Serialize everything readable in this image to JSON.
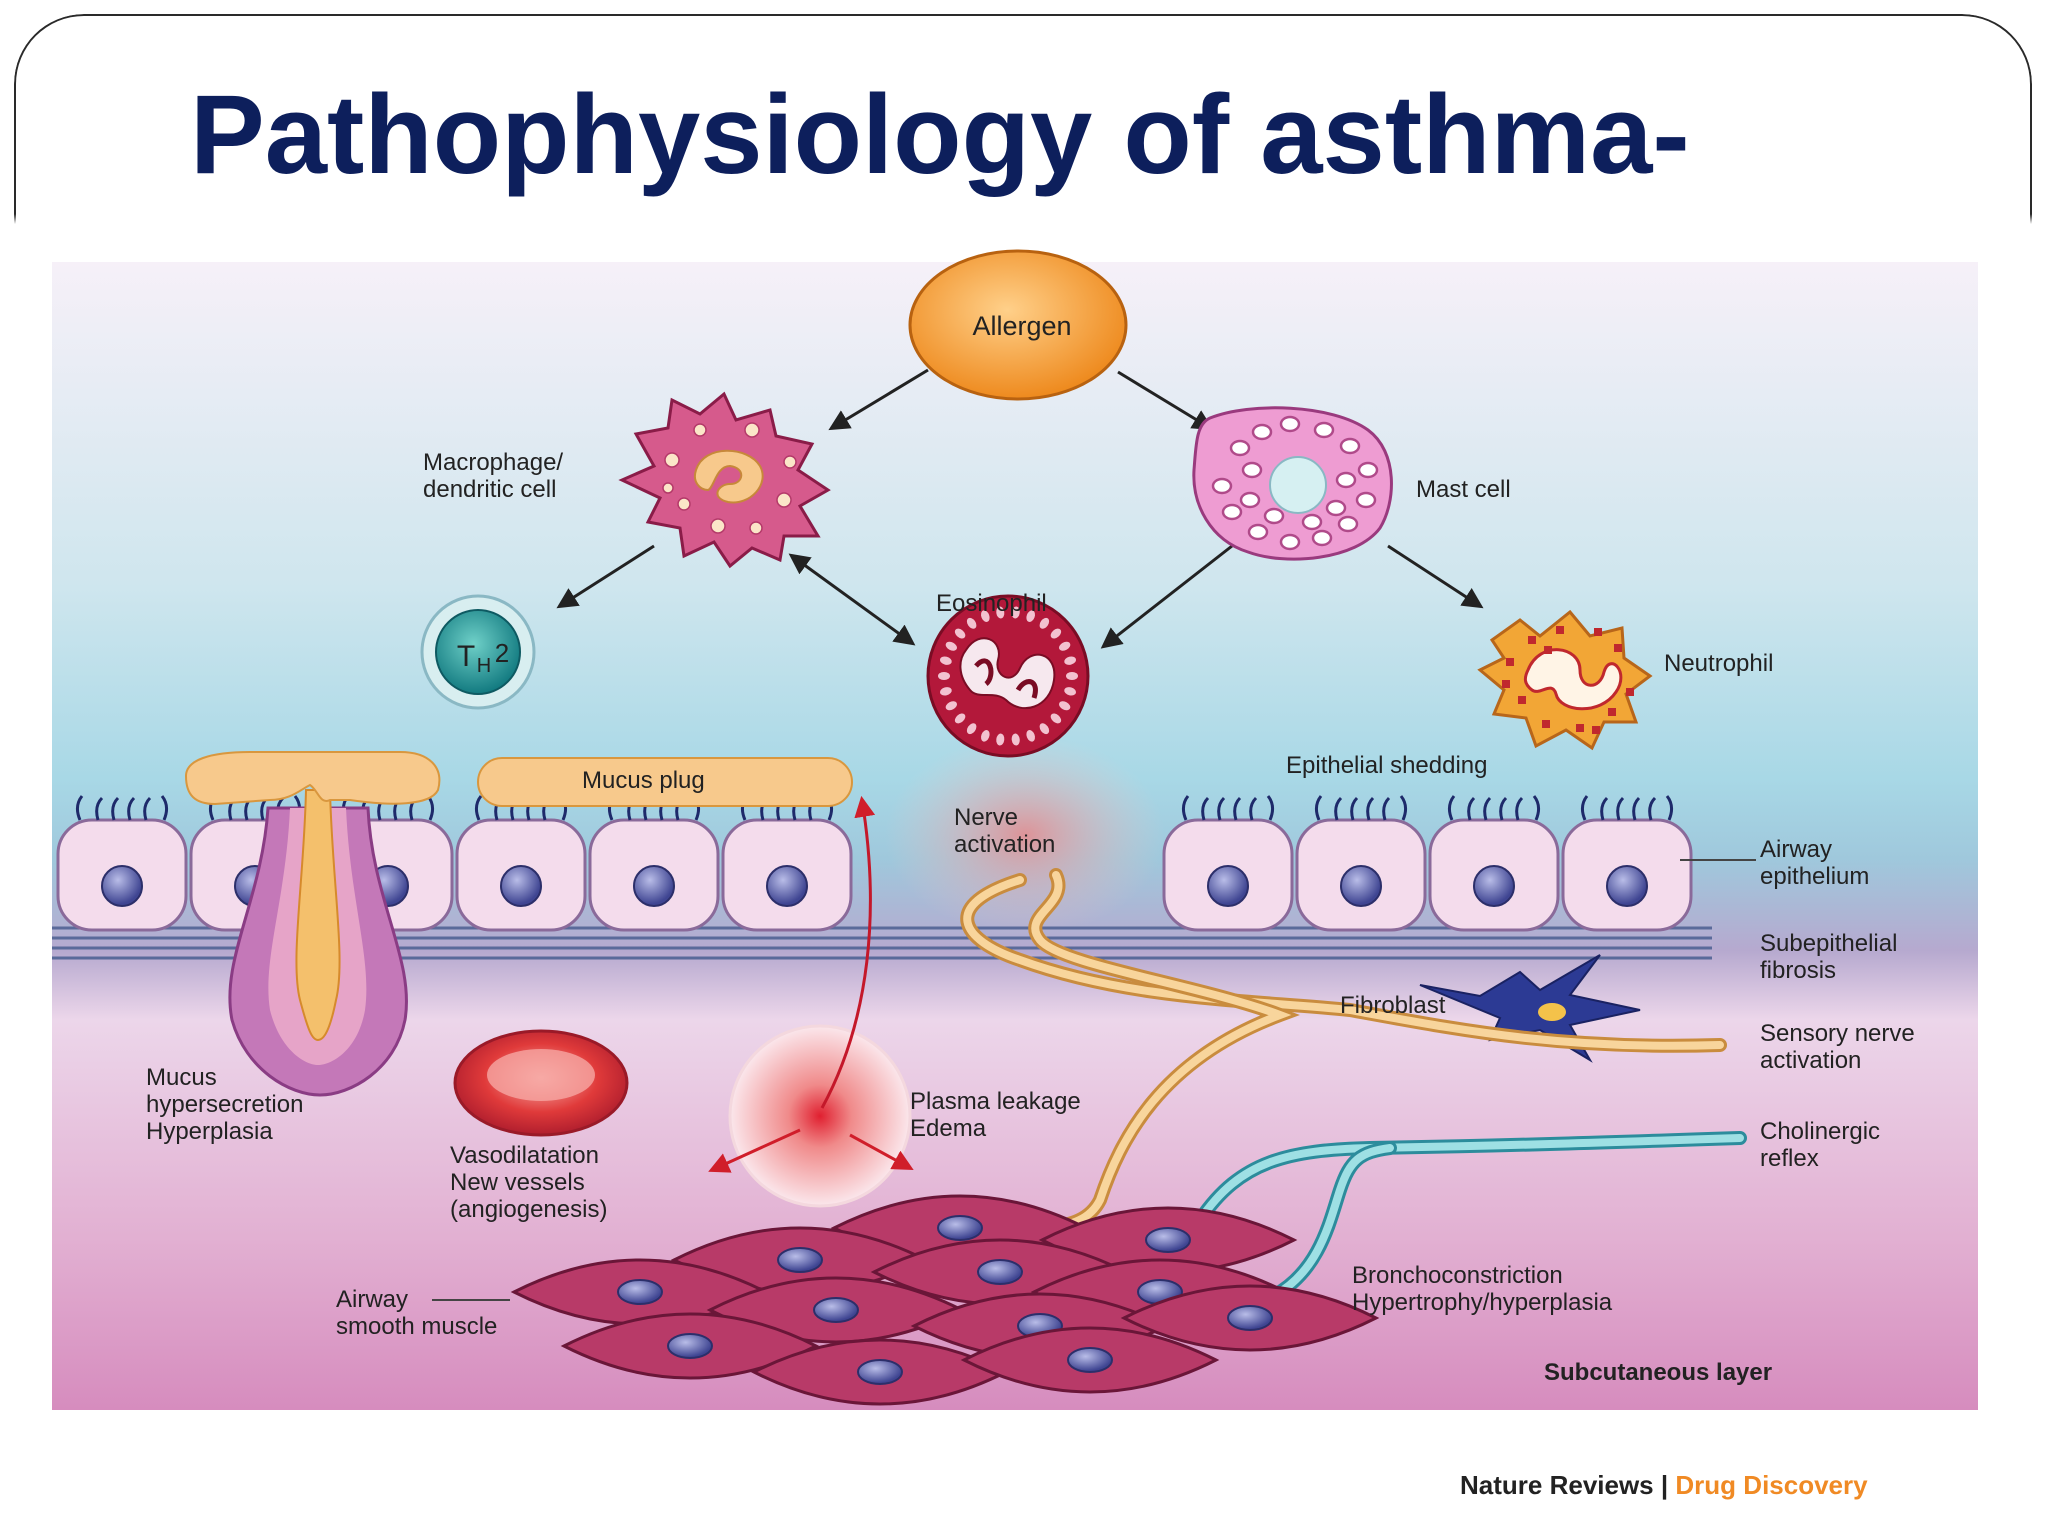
{
  "slide": {
    "title": "Pathophysiology of asthma-"
  },
  "diagram": {
    "allergen": "Allergen",
    "macrophage_line1": "Macrophage/",
    "macrophage_line2": "dendritic cell",
    "mast_cell": "Mast cell",
    "th2_main": "T",
    "th2_sub": "H",
    "th2_num": "2",
    "eosinophil": "Eosinophil",
    "neutrophil": "Neutrophil",
    "mucus_plug": "Mucus plug",
    "epithelial_shedding": "Epithelial shedding",
    "nerve_activation_line1": "Nerve",
    "nerve_activation_line2": "activation",
    "airway_epithelium_line1": "Airway",
    "airway_epithelium_line2": "epithelium",
    "subepithelial_line1": "Subepithelial",
    "subepithelial_line2": "fibrosis",
    "fibroblast": "Fibroblast",
    "sensory_line1": "Sensory nerve",
    "sensory_line2": "activation",
    "cholinergic_line1": "Cholinergic",
    "cholinergic_line2": "reflex",
    "mucus_line1": "Mucus",
    "mucus_line2": "hypersecretion",
    "mucus_line3": "Hyperplasia",
    "vaso_line1": "Vasodilatation",
    "vaso_line2": "New vessels",
    "vaso_line3": "(angiogenesis)",
    "plasma_line1": "Plasma leakage",
    "plasma_line2": "Edema",
    "airway_sm_line1": "Airway",
    "airway_sm_line2": "smooth muscle",
    "broncho_line1": "Bronchoconstriction",
    "broncho_line2": "Hypertrophy/hyperplasia",
    "subcutaneous": "Subcutaneous layer"
  },
  "credit": {
    "source": "Nature Reviews",
    "separator": "|",
    "journal": "Drug Discovery"
  },
  "colors": {
    "title": "#0d1f5c",
    "allergen": "#f39a2a",
    "mast_cell": "#e58ac7",
    "macrophage": "#c23c6e",
    "eosinophil": "#b3183a",
    "neutrophil": "#f0a032",
    "th2": "#1e8c8c",
    "journal": "#f08a24"
  }
}
